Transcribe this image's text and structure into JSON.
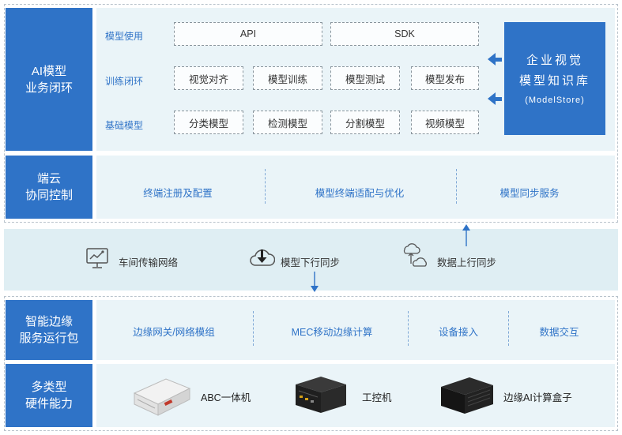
{
  "ai_loop": {
    "label": "AI模型\n业务闭环",
    "rows": [
      {
        "title": "模型使用",
        "items": [
          "API",
          "SDK"
        ]
      },
      {
        "title": "训练闭环",
        "items": [
          "视觉对齐",
          "模型训练",
          "模型测试",
          "模型发布"
        ]
      },
      {
        "title": "基础模型",
        "items": [
          "分类模型",
          "检测模型",
          "分割模型",
          "视频模型"
        ]
      }
    ],
    "model_store": {
      "line1": "企业视觉",
      "line2": "模型知识库",
      "line3": "(ModelStore)"
    }
  },
  "edge_cloud": {
    "label": "端云\n协同控制",
    "services": [
      "终端注册及配置",
      "模型终端适配与优化",
      "模型同步服务"
    ]
  },
  "transfer": {
    "items": [
      {
        "icon": "monitor-chart-icon",
        "label": "车间传输网络"
      },
      {
        "icon": "cloud-download-icon",
        "label": "模型下行同步"
      },
      {
        "icon": "cloud-upload-icon",
        "label": "数据上行同步"
      }
    ]
  },
  "edge_service": {
    "label": "智能边缘\n服务运行包",
    "services": [
      "边缘网关/网络模组",
      "MEC移动边缘计算",
      "设备接入",
      "数据交互"
    ]
  },
  "hardware": {
    "label": "多类型\n硬件能力",
    "items": [
      "ABC一体机",
      "工控机",
      "边缘AI计算盒子"
    ]
  },
  "colors": {
    "accent": "#2f73c7",
    "row_bg": "#eaf4f8",
    "band": "#dfeef3"
  }
}
